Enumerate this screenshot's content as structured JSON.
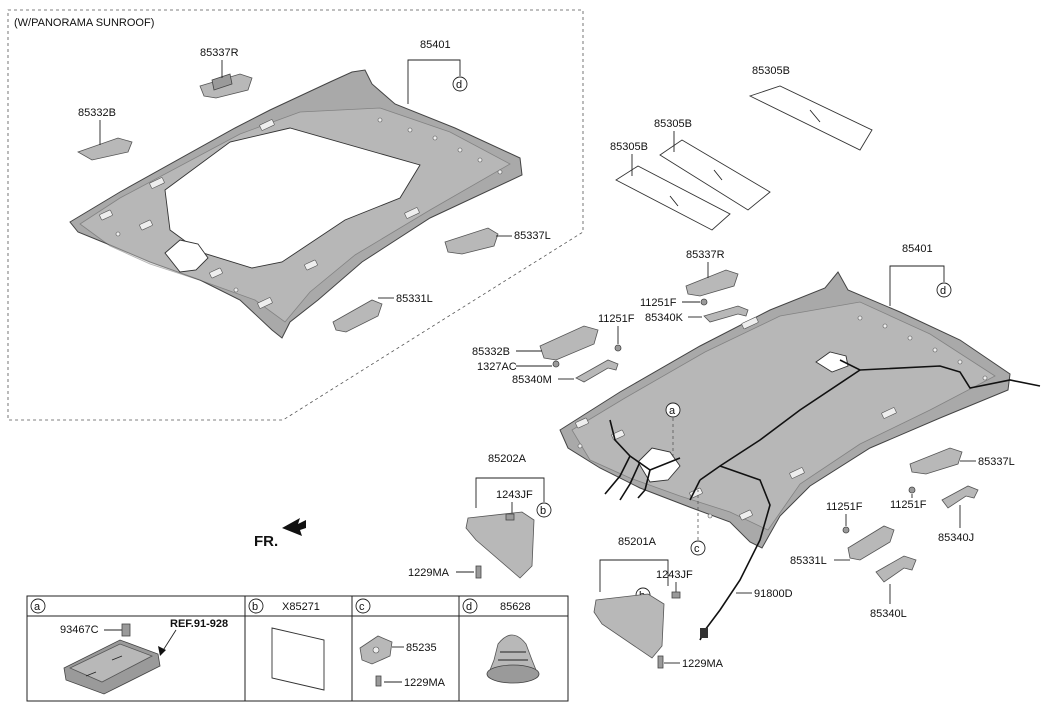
{
  "panorama_group_label": "(W/PANORAMA SUNROOF)",
  "labels": {
    "p_85401_top": "85401",
    "p_85337R_top": "85337R",
    "p_85332B_top": "85332B",
    "p_85337L_top": "85337L",
    "p_85331L_top": "85331L",
    "p_85305B_a": "85305B",
    "p_85305B_b": "85305B",
    "p_85305B_c": "85305B",
    "p_85401_main": "85401",
    "p_85337R_main": "85337R",
    "p_11251F_a": "11251F",
    "p_85340K": "85340K",
    "p_11251F_b": "11251F",
    "p_85332B_main": "85332B",
    "p_1327AC": "1327AC",
    "p_85340M": "85340M",
    "p_85202A": "85202A",
    "p_1243JF_a": "1243JF",
    "p_1229MA_a": "1229MA",
    "p_85337L_main": "85337L",
    "p_11251F_c": "11251F",
    "p_11251F_d": "11251F",
    "p_85340J": "85340J",
    "p_85331L_main": "85331L",
    "p_85340L": "85340L",
    "p_85201A": "85201A",
    "p_1243JF_b": "1243JF",
    "p_91800D": "91800D",
    "p_1229MA_b": "1229MA",
    "fr": "FR."
  },
  "callouts": {
    "a": "a",
    "b": "b",
    "c": "c",
    "d": "d"
  },
  "legend_table": {
    "cells": [
      {
        "key": "a",
        "header_code": "",
        "items": [
          "93467C",
          "REF.91-928"
        ]
      },
      {
        "key": "b",
        "header_code": "X85271",
        "items": []
      },
      {
        "key": "c",
        "header_code": "",
        "items": [
          "85235",
          "1229MA"
        ]
      },
      {
        "key": "d",
        "header_code": "85628",
        "items": []
      }
    ]
  },
  "colors": {
    "headliner": "#a9a9a9",
    "line": "#222222",
    "background": "#ffffff"
  }
}
